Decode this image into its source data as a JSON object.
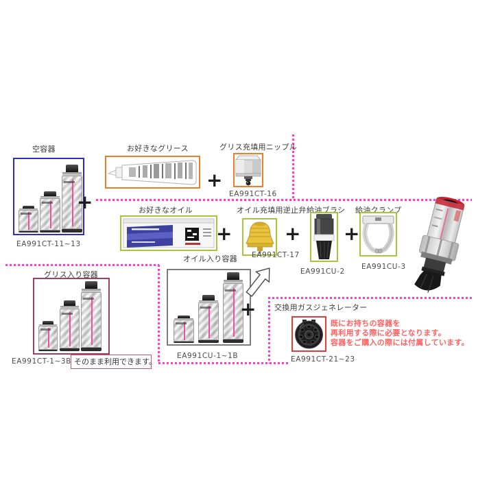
{
  "colors": {
    "empty_container_border": "#2b2bd6",
    "grease_border": "#ee7c2b",
    "oil_accessory_border": "#a6c638",
    "grease_container_border": "#a43e60",
    "oil_container_border": "#7c7c7c",
    "gas_generator_border": "#e23b3b",
    "note_border": "#c9556b",
    "dotted_line": "#ff3ad6",
    "warning_text": "#ff6161"
  },
  "operators": {
    "plus": "+"
  },
  "sections": {
    "empty_container": {
      "title": "空容器",
      "code": "EA991CT-11~13"
    },
    "grease": {
      "title": "お好きなグリース"
    },
    "nipple": {
      "title": "グリス充填用ニップル",
      "code": "EA991CT-16"
    },
    "oil": {
      "title": "お好きなオイル"
    },
    "check_valve": {
      "title": "オイル充填用逆止弁",
      "code": "EA991CT-17"
    },
    "brush": {
      "title": "給油ブラシ",
      "code": "EA991CU-2"
    },
    "clamp": {
      "title": "給油クランプ",
      "code": "EA991CU-3"
    },
    "grease_container": {
      "title": "グリス入り容器",
      "code": "EA991CT-1~3B",
      "note": "そのまま利用できます。"
    },
    "oil_container": {
      "title": "オイル入り容器",
      "code": "EA991CU-1~1B"
    },
    "gas_generator": {
      "title": "交換用ガスジェネレーター",
      "code": "EA991CT-21~23",
      "note_line1": "既にお持ちの容器を",
      "note_line2": "再利用する際に必要となります。",
      "note_line3": "容器をご購入の際には付属しています。"
    }
  }
}
